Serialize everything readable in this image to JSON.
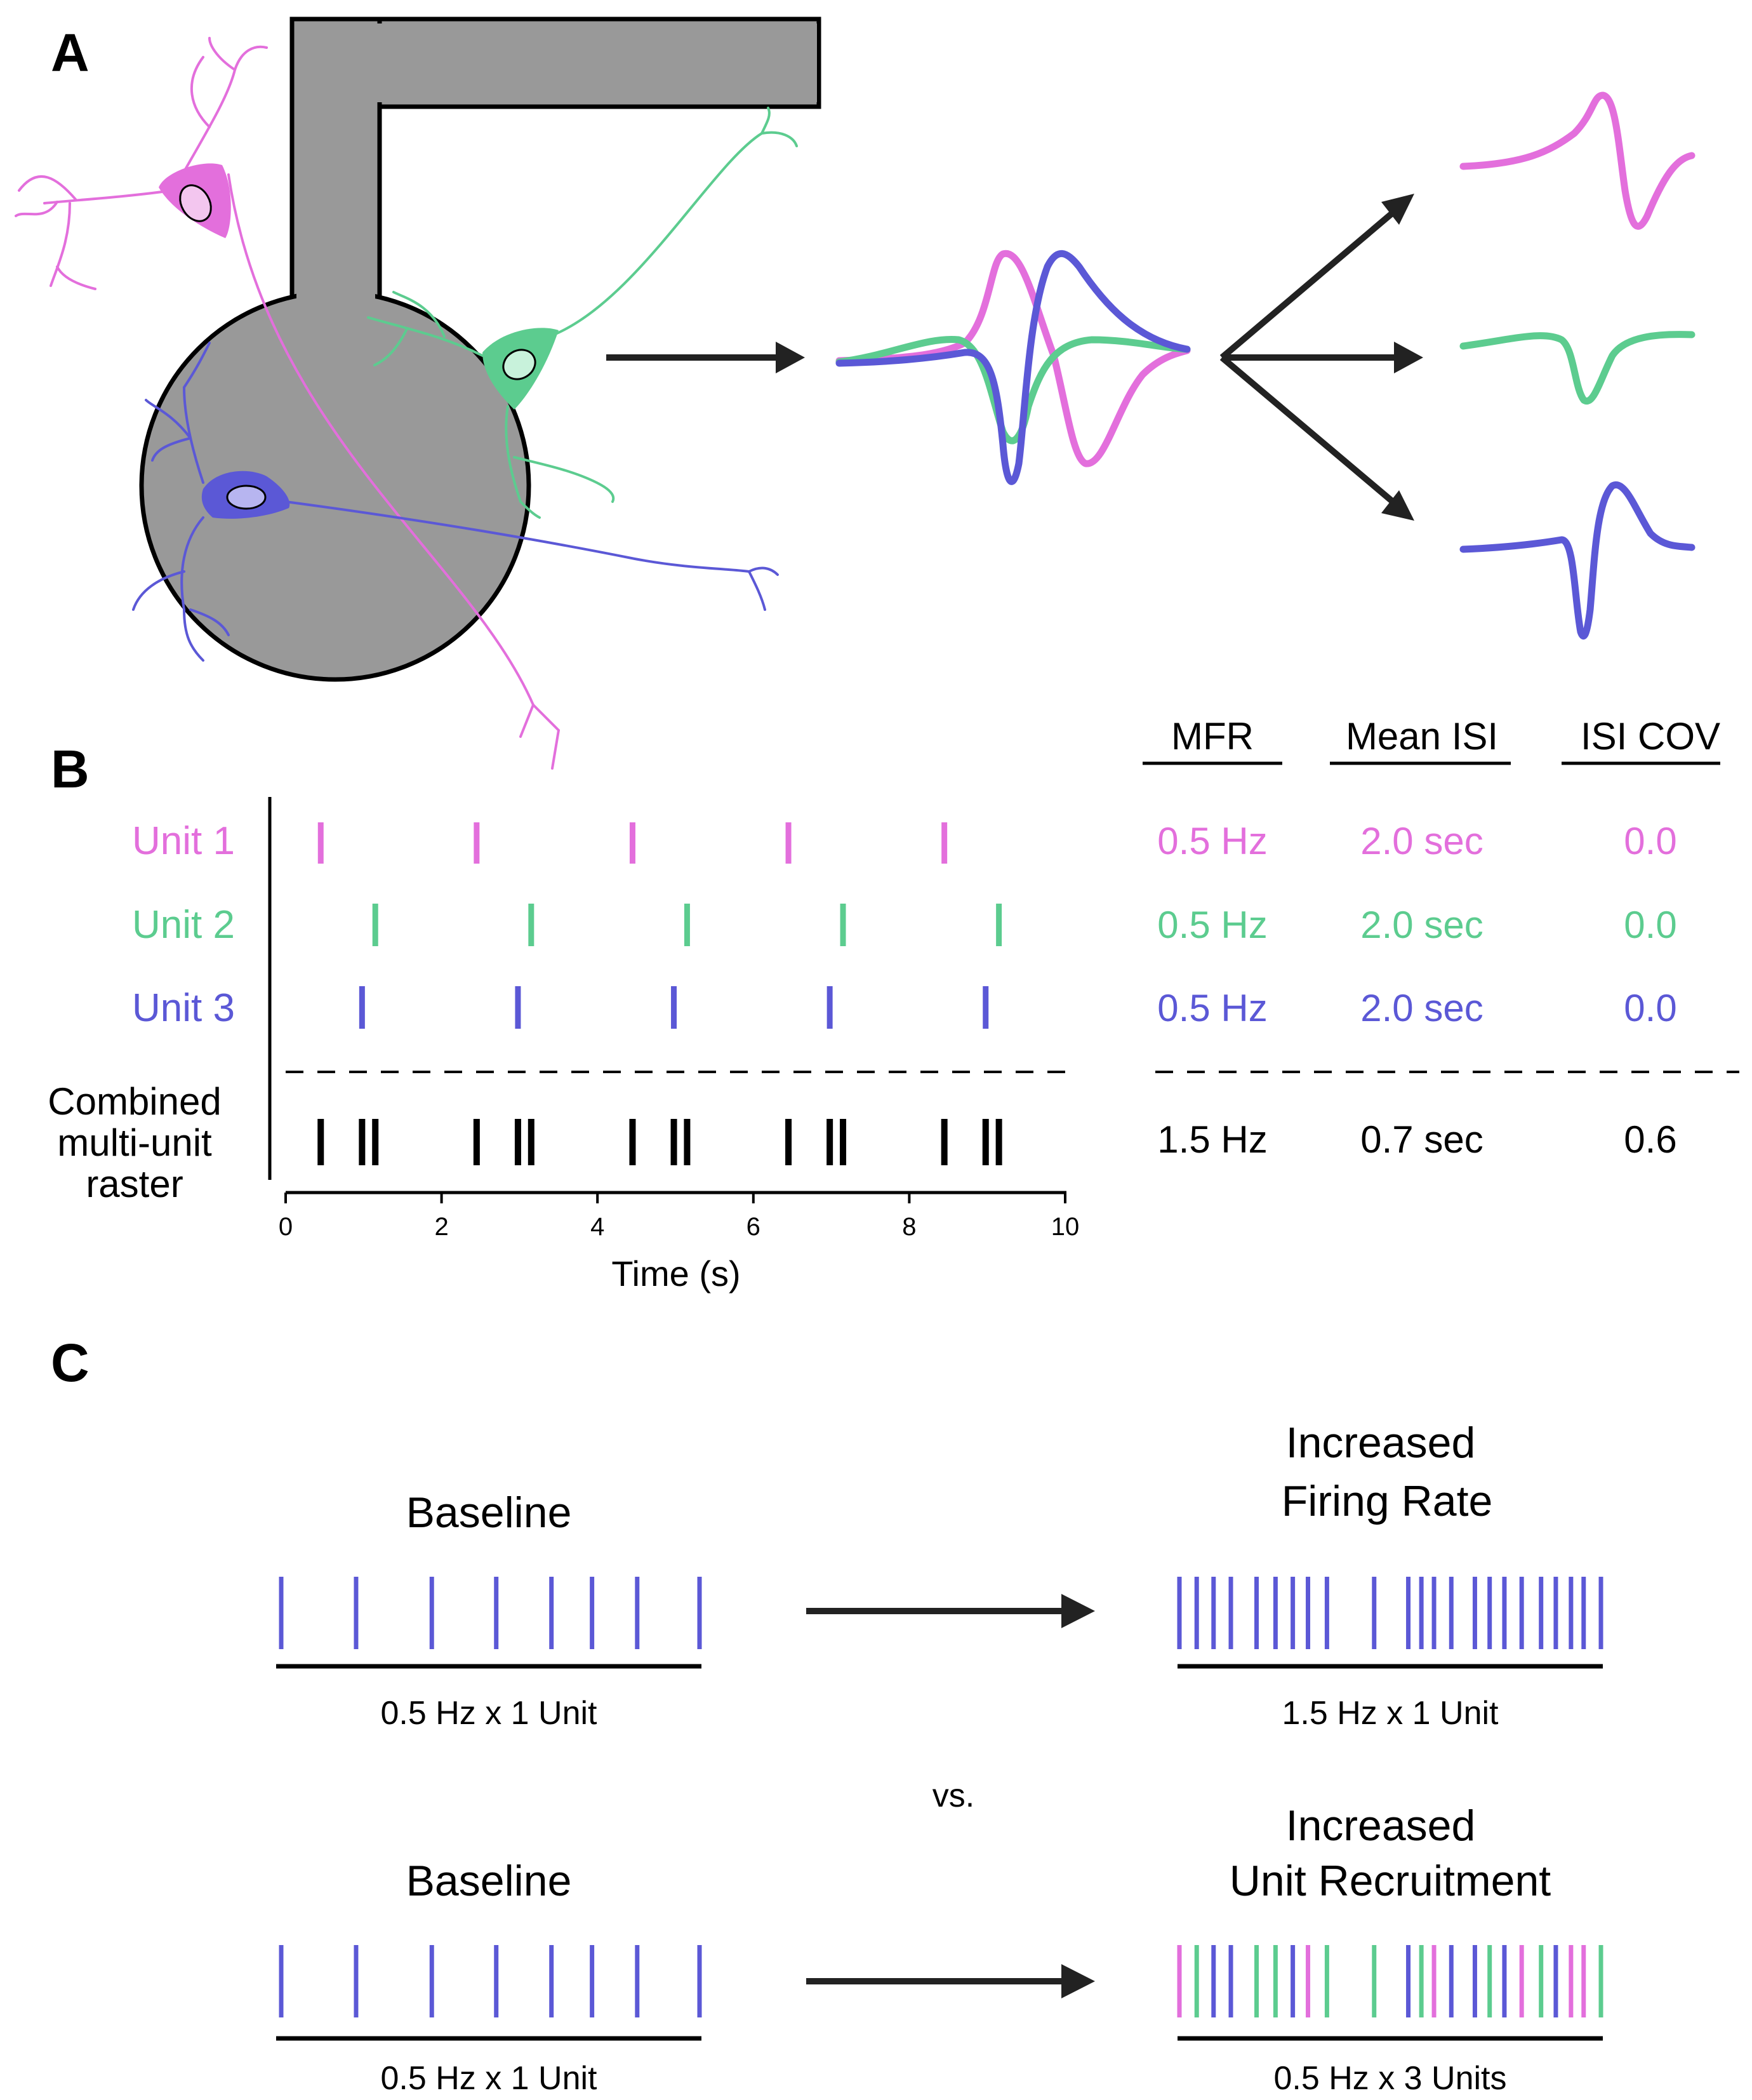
{
  "colors": {
    "unit1": "#e36fdc",
    "unit2": "#5ccc8f",
    "unit3": "#5b58d6",
    "electrode": "#999999",
    "black": "#000000"
  },
  "panels": {
    "a": "A",
    "b": "B",
    "c": "C"
  },
  "stats": {
    "headers": [
      "MFR",
      "Mean ISI",
      "ISI COV"
    ],
    "rows": [
      {
        "unit": "unit1",
        "values": [
          "0.5 Hz",
          "2.0 sec",
          "0.0"
        ]
      },
      {
        "unit": "unit2",
        "values": [
          "0.5 Hz",
          "2.0 sec",
          "0.0"
        ]
      },
      {
        "unit": "unit3",
        "values": [
          "0.5 Hz",
          "2.0 sec",
          "0.0"
        ]
      },
      {
        "unit": "combined",
        "values": [
          "1.5 Hz",
          "0.7 sec",
          "0.6"
        ]
      }
    ]
  },
  "raster": {
    "unit_labels": [
      "Unit 1",
      "Unit 2",
      "Unit 3"
    ],
    "combined_label": [
      "Combined",
      "multi-unit",
      "raster"
    ],
    "x_ticks": [
      "0",
      "2",
      "4",
      "6",
      "8",
      "10"
    ],
    "xlabel": "Time (s)",
    "xlim": [
      0,
      10
    ],
    "spikes": {
      "unit1": [
        0.45,
        2.45,
        4.45,
        6.45,
        8.45
      ],
      "unit2": [
        1.15,
        3.15,
        5.15,
        7.15,
        9.15
      ],
      "unit3": [
        0.98,
        2.98,
        4.98,
        6.98,
        8.98
      ]
    }
  },
  "panel_c": {
    "baseline_label": "Baseline",
    "vs_label": "vs.",
    "top_right_title": [
      "Increased",
      "Firing Rate"
    ],
    "bottom_right_title": [
      "Increased",
      "Unit Recruitment"
    ],
    "baseline_caption": "0.5 Hz x 1 Unit",
    "firing_caption": "1.5 Hz x 1 Unit",
    "recruit_caption": "0.5 Hz x 3 Units",
    "baseline_spikes": [
      0.0,
      0.179,
      0.36,
      0.514,
      0.646,
      0.743,
      0.851,
      1.0
    ],
    "firing_spikes": [
      0.0,
      0.041,
      0.081,
      0.122,
      0.183,
      0.228,
      0.269,
      0.305,
      0.35,
      0.462,
      0.543,
      0.574,
      0.604,
      0.645,
      0.701,
      0.736,
      0.771,
      0.812,
      0.858,
      0.893,
      0.929,
      0.959,
      1.0
    ],
    "recruit_spikes": [
      {
        "p": 0.0,
        "u": "unit1"
      },
      {
        "p": 0.041,
        "u": "unit2"
      },
      {
        "p": 0.081,
        "u": "unit3"
      },
      {
        "p": 0.122,
        "u": "unit3"
      },
      {
        "p": 0.183,
        "u": "unit2"
      },
      {
        "p": 0.228,
        "u": "unit2"
      },
      {
        "p": 0.269,
        "u": "unit3"
      },
      {
        "p": 0.305,
        "u": "unit1"
      },
      {
        "p": 0.35,
        "u": "unit2"
      },
      {
        "p": 0.462,
        "u": "unit2"
      },
      {
        "p": 0.543,
        "u": "unit3"
      },
      {
        "p": 0.574,
        "u": "unit2"
      },
      {
        "p": 0.604,
        "u": "unit1"
      },
      {
        "p": 0.645,
        "u": "unit3"
      },
      {
        "p": 0.701,
        "u": "unit3"
      },
      {
        "p": 0.736,
        "u": "unit2"
      },
      {
        "p": 0.771,
        "u": "unit3"
      },
      {
        "p": 0.812,
        "u": "unit1"
      },
      {
        "p": 0.858,
        "u": "unit2"
      },
      {
        "p": 0.893,
        "u": "unit3"
      },
      {
        "p": 0.929,
        "u": "unit1"
      },
      {
        "p": 0.959,
        "u": "unit1"
      },
      {
        "p": 1.0,
        "u": "unit2"
      }
    ]
  }
}
